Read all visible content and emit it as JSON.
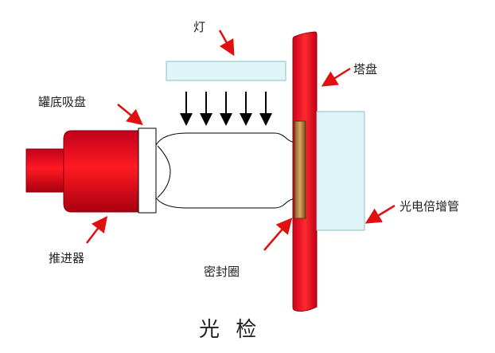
{
  "labels": {
    "lamp": "灯",
    "tower_disc": "塔盘",
    "tank_suction_cup": "罐底吸盘",
    "pusher": "推进器",
    "seal_ring": "密封圈",
    "photomultiplier": "光电倍增管"
  },
  "title": "光 检",
  "colors": {
    "red_dark": "#b30012",
    "red": "#e5101a",
    "light_blue": "#dff4f7",
    "blue_border": "#8fbfc8",
    "seal": "#b07a3e",
    "arrow": "#e01010"
  }
}
